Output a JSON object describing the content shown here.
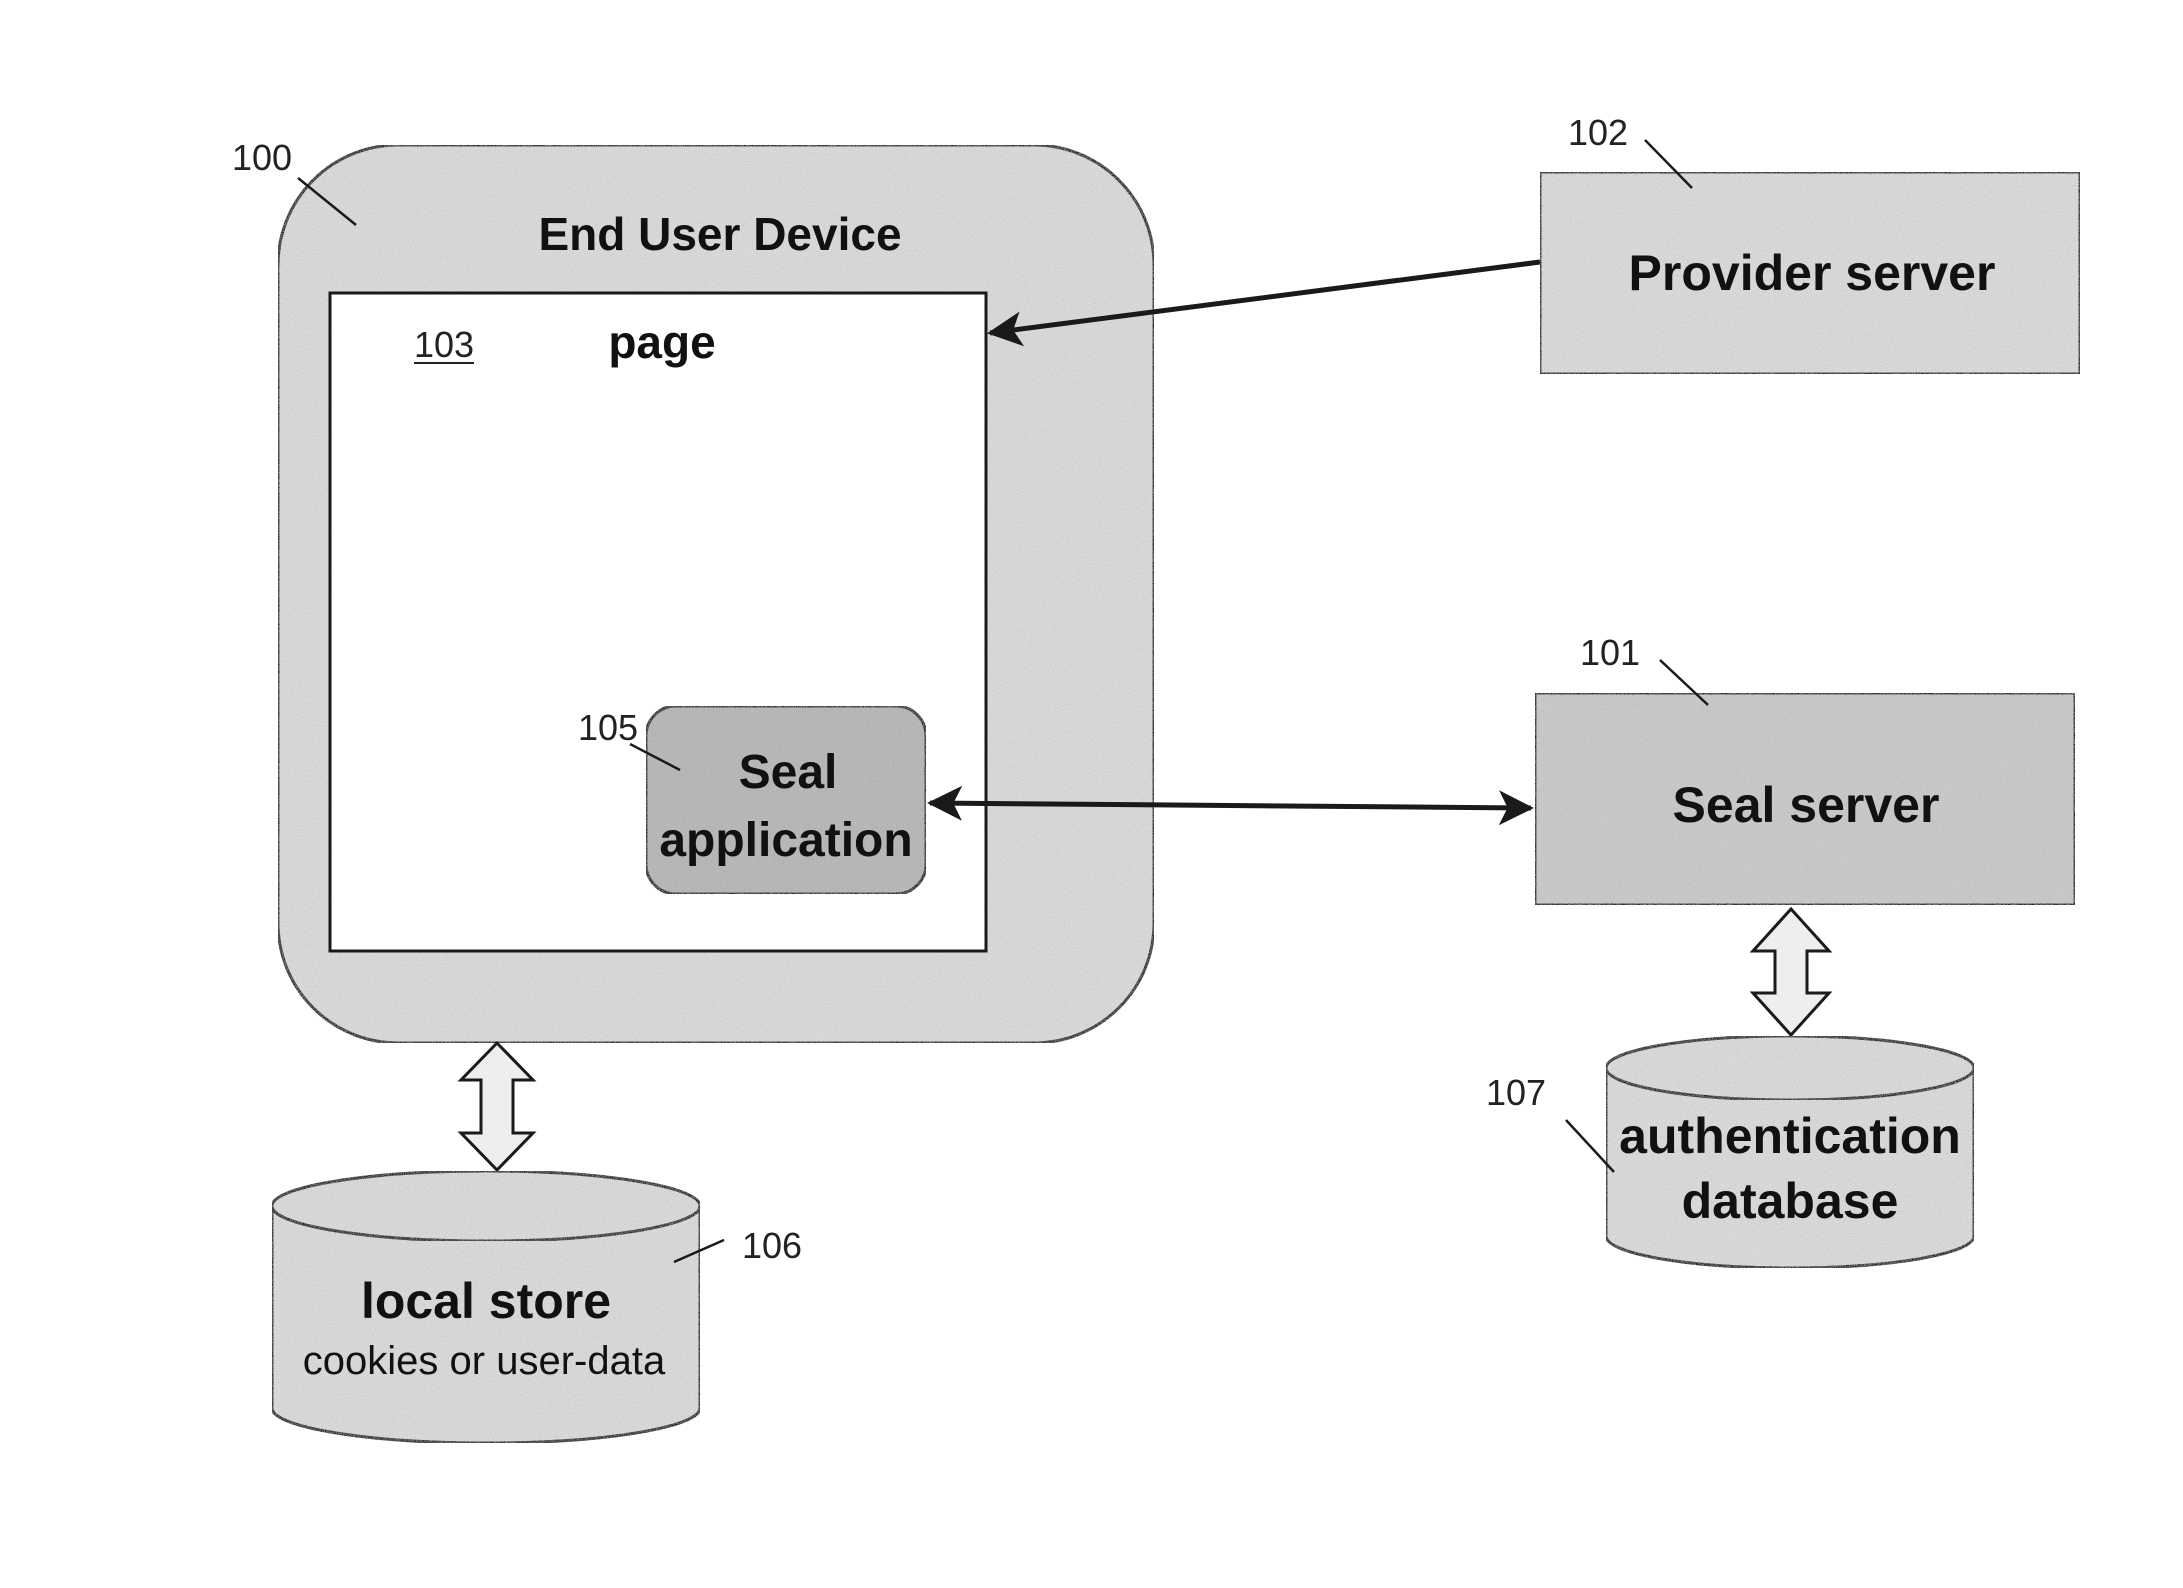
{
  "colors": {
    "stipple_light": "#dcdcdc",
    "stipple_medium": "#c9c9c9",
    "stipple_dark": "#b5b5b5",
    "line": "#1a1a1a",
    "page_fill": "#ffffff"
  },
  "end_user_device": {
    "ref": "100",
    "title": "End User Device"
  },
  "page": {
    "ref": "103",
    "title": "page"
  },
  "seal_application": {
    "ref": "105",
    "line1": "Seal",
    "line2": "application"
  },
  "provider_server": {
    "ref": "102",
    "title": "Provider server"
  },
  "seal_server": {
    "ref": "101",
    "title": "Seal server"
  },
  "local_store": {
    "ref": "106",
    "title": "local store",
    "subtitle": "cookies or user-data"
  },
  "authentication_database": {
    "ref": "107",
    "line1": "authentication",
    "line2": "database"
  }
}
